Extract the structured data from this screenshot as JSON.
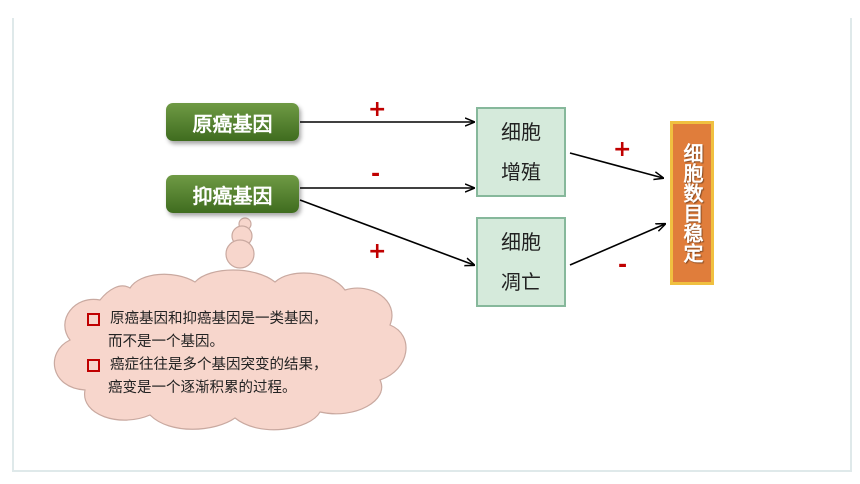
{
  "genes": {
    "proto_oncogene": "原癌基因",
    "tumor_suppressor": "抑癌基因"
  },
  "cells": {
    "proliferation": [
      "细胞",
      "增殖"
    ],
    "apoptosis": [
      "细胞",
      "凋亡"
    ]
  },
  "result_label": "细胞数目稳定",
  "signs": {
    "proto_to_prolif": "+",
    "suppr_to_prolif": "-",
    "suppr_to_apop": "+",
    "prolif_to_result": "+",
    "apop_to_result": "-"
  },
  "notes": [
    {
      "line1": "原癌基因和抑癌基因是一类基因，",
      "line2": "而不是一个基因。"
    },
    {
      "line1": "癌症往往是多个基因突变的结果，",
      "line2": "癌变是一个逐渐积累的过程。"
    }
  ],
  "colors": {
    "gene_green": "#4f7d2b",
    "cell_fill": "#d5eadb",
    "result_fill": "#e07d3b",
    "result_border": "#f0c040",
    "sign_red": "#c00000",
    "cloud_fill": "#f7d6cc"
  }
}
